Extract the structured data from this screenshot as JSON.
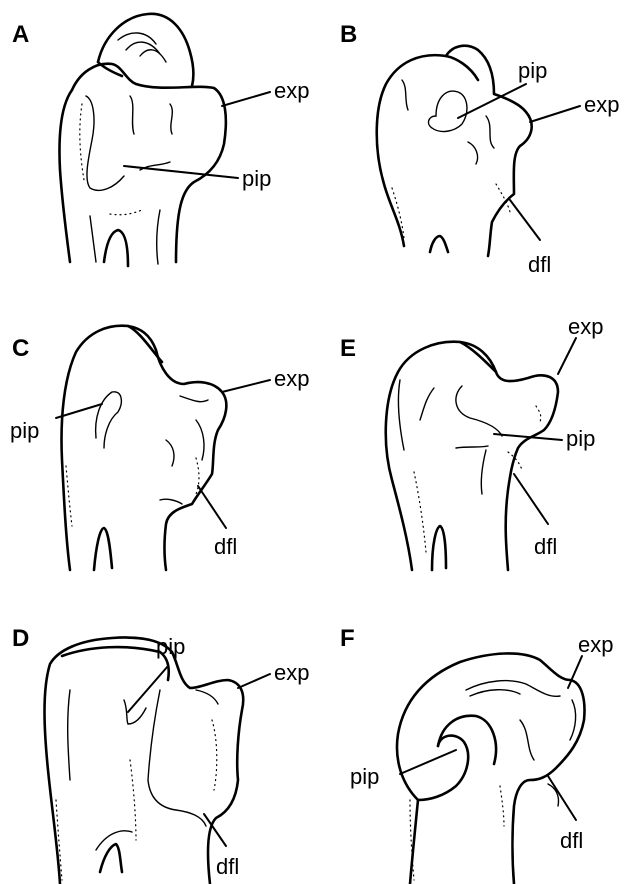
{
  "panels": [
    {
      "letter": "A",
      "labels": {
        "exp": "exp",
        "pip": "pip"
      }
    },
    {
      "letter": "B",
      "labels": {
        "pip": "pip",
        "exp": "exp",
        "dfl": "dfl"
      }
    },
    {
      "letter": "C",
      "labels": {
        "exp": "exp",
        "pip": "pip",
        "dfl": "dfl"
      }
    },
    {
      "letter": "E",
      "labels": {
        "exp": "exp",
        "pip": "pip",
        "dfl": "dfl"
      }
    },
    {
      "letter": "D",
      "labels": {
        "pip": "pip",
        "exp": "exp",
        "dfl": "dfl"
      }
    },
    {
      "letter": "F",
      "labels": {
        "exp": "exp",
        "pip": "pip",
        "dfl": "dfl"
      }
    }
  ]
}
